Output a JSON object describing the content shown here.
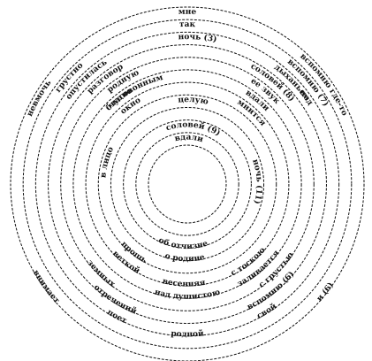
{
  "diagram": {
    "ink_color": "#111111",
    "background": "#ffffff",
    "ring_count": 12,
    "words": [
      {
        "id": "mne",
        "text": "мне",
        "ring": 1,
        "angle": 0
      },
      {
        "id": "tak",
        "text": "так",
        "ring": 2,
        "angle": 0
      },
      {
        "id": "noch-3",
        "text": "ночь (3)",
        "ring": 3,
        "angle": 4
      },
      {
        "id": "nemogu",
        "text": "невмочь",
        "ring": 1,
        "angle": -60
      },
      {
        "id": "grustno",
        "text": "грустно",
        "ring": 2,
        "angle": -48
      },
      {
        "id": "opustilas",
        "text": "опустилась",
        "ring": 3,
        "angle": -44
      },
      {
        "id": "razgovor",
        "text": "разговор",
        "ring": 4,
        "angle": -38
      },
      {
        "id": "rodnuyu",
        "text": "родную",
        "ring": 5,
        "angle": -32
      },
      {
        "id": "chudno",
        "text": "чудно",
        "ring": 6,
        "angle": -38
      },
      {
        "id": "blagovonnym",
        "text": "благовонным",
        "ring": 6,
        "angle": -30
      },
      {
        "id": "okno",
        "text": "окно",
        "ring": 7,
        "angle": -36
      },
      {
        "id": "v-lico",
        "text": "в лицо",
        "ring": 8,
        "angle": -75
      },
      {
        "id": "celuyu",
        "text": "целую",
        "ring": 8,
        "angle": 4
      },
      {
        "id": "solovey-9",
        "text": "соловей (9)",
        "ring": 10,
        "angle": 6
      },
      {
        "id": "vdali",
        "text": "вдали",
        "ring": 11,
        "angle": 2
      },
      {
        "id": "vspomnyu-gde-to",
        "text": "вспомню где-то",
        "ring": 1,
        "angle": 54
      },
      {
        "id": "vspomnyu-7",
        "text": "вспомню (7)",
        "ring": 2,
        "angle": 50
      },
      {
        "id": "dyhanem",
        "text": "дыханьем",
        "ring": 3,
        "angle": 46
      },
      {
        "id": "pod",
        "text": "под",
        "ring": 3,
        "angle": 54
      },
      {
        "id": "solovey-8",
        "text": "соловей (8)",
        "ring": 4,
        "angle": 40
      },
      {
        "id": "ee-zvuk",
        "text": "ее звук",
        "ring": 5,
        "angle": 40
      },
      {
        "id": "vdali-2",
        "text": "вдали",
        "ring": 6,
        "angle": 40
      },
      {
        "id": "mnitsya",
        "text": "мнится",
        "ring": 7,
        "angle": 42
      },
      {
        "id": "noch-11",
        "text": "ночь (11)",
        "ring": 9,
        "angle": 88
      },
      {
        "id": "ob-otchizne",
        "text": "об отчизне",
        "ring": 10,
        "angle": 184
      },
      {
        "id": "o-rodine",
        "text": "о родине",
        "ring": 9,
        "angle": 182
      },
      {
        "id": "vesennyaya",
        "text": "весенняя",
        "ring": 7,
        "angle": 182
      },
      {
        "id": "nad-dushistoyu",
        "text": "над душистою",
        "ring": 6,
        "angle": 180
      },
      {
        "id": "rodnoy",
        "text": "родной",
        "ring": 3,
        "angle": 180
      },
      {
        "id": "s-toskoy",
        "text": "с тоскою",
        "ring": 7,
        "angle": 142
      },
      {
        "id": "zalivaetsya",
        "text": "заливается",
        "ring": 6,
        "angle": 140
      },
      {
        "id": "s-grustyu",
        "text": "с грустью",
        "ring": 5,
        "angle": 134
      },
      {
        "id": "vspomnyu-6",
        "text": "вспомню (6)",
        "ring": 4,
        "angle": 142
      },
      {
        "id": "i-6",
        "text": "и (6)",
        "ring": 1,
        "angle": 128
      },
      {
        "id": "svoy",
        "text": "свой",
        "ring": 3,
        "angle": 148
      },
      {
        "id": "prosh",
        "text": "прошь",
        "ring": 8,
        "angle": 218
      },
      {
        "id": "vetkoy",
        "text": "веткой",
        "ring": 7,
        "angle": 218
      },
      {
        "id": "zemnyh",
        "text": "земных",
        "ring": 5,
        "angle": 224
      },
      {
        "id": "otrecheniy",
        "text": "отречений",
        "ring": 4,
        "angle": 212
      },
      {
        "id": "poet",
        "text": "поет",
        "ring": 3,
        "angle": 208
      },
      {
        "id": "vnimaet",
        "text": "внимает",
        "ring": 1,
        "angle": 234
      }
    ]
  }
}
